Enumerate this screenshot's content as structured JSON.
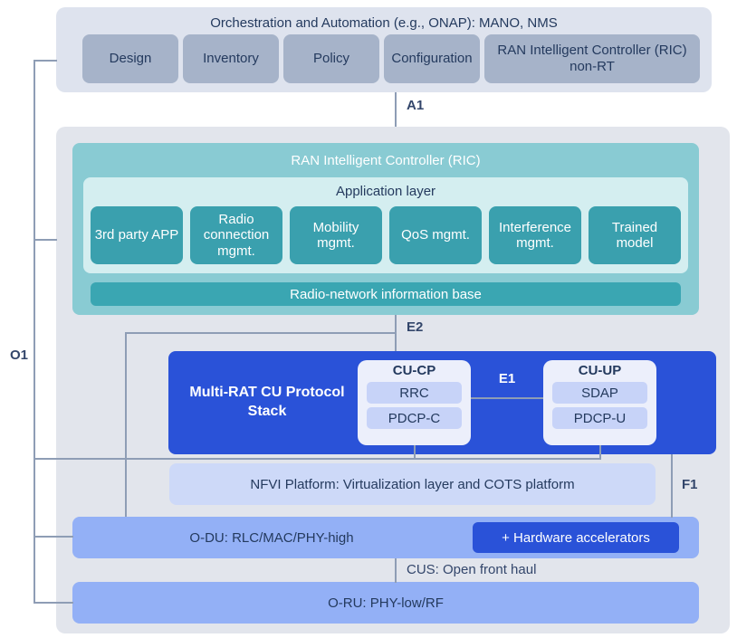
{
  "orchestration": {
    "title": "Orchestration and Automation (e.g., ONAP): MANO, NMS",
    "modules": [
      "Design",
      "Inventory",
      "Policy",
      "Configuration",
      "RAN Intelligent Controller (RIC) non-RT"
    ]
  },
  "interfaces": {
    "a1": "A1",
    "o1": "O1",
    "e2": "E2",
    "e1": "E1",
    "f1": "F1",
    "cus": "CUS: Open front haul"
  },
  "ric": {
    "title": "RAN Intelligent Controller (RIC)",
    "application_layer": {
      "title": "Application layer",
      "apps": [
        "3rd party APP",
        "Radio connection mgmt.",
        "Mobility mgmt.",
        "QoS mgmt.",
        "Interference mgmt.",
        "Trained model"
      ]
    },
    "info_base": "Radio-network information base"
  },
  "cu": {
    "title": "Multi-RAT CU Protocol Stack",
    "cu_cp": {
      "title": "CU-CP",
      "layers": [
        "RRC",
        "PDCP-C"
      ]
    },
    "cu_up": {
      "title": "CU-UP",
      "layers": [
        "SDAP",
        "PDCP-U"
      ]
    }
  },
  "nfvi": {
    "label": "NFVI Platform: Virtualization layer and COTS platform"
  },
  "odu": {
    "label": "O-DU: RLC/MAC/PHY-high",
    "hw": "+ Hardware accelerators"
  },
  "oru": {
    "label": "O-RU: PHY-low/RF"
  },
  "colors": {
    "teal_dark": "#3aa0ae",
    "teal_light": "#89cbd3",
    "blue_strong": "#2a52d8",
    "periwinkle": "#93b0f6",
    "lavender": "#cdd9f8",
    "grey_blue": "#a6b3c9",
    "line": "#8e9db5",
    "navy_text": "#243a5e"
  }
}
